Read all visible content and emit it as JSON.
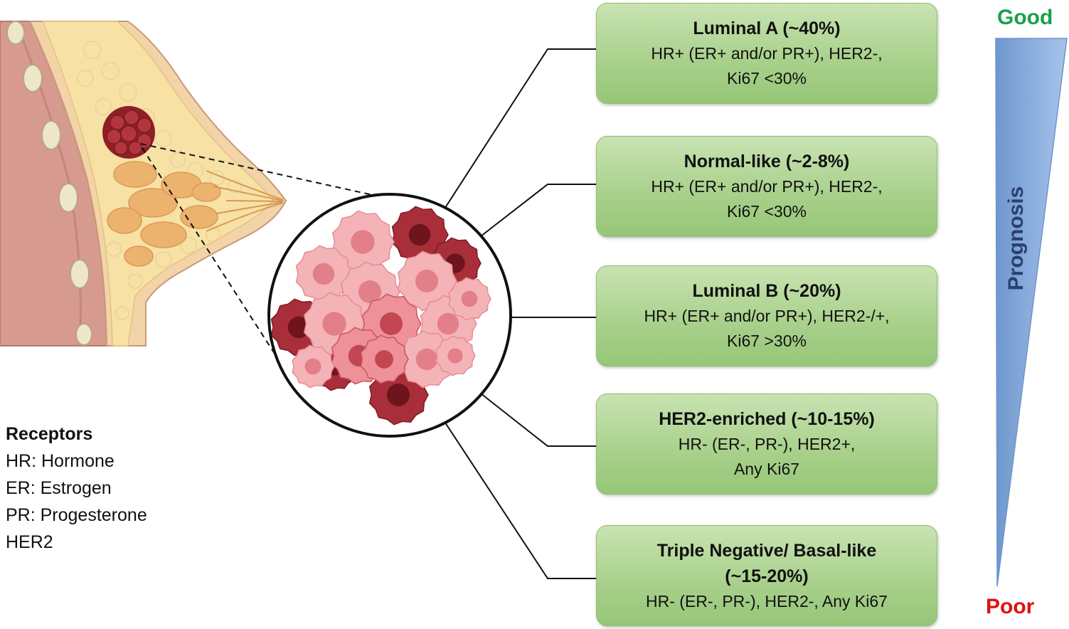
{
  "subtypes": [
    {
      "title": "Luminal A (~40%)",
      "line1": "HR+ (ER+ and/or PR+), HER2-,",
      "line2": "Ki67 <30%"
    },
    {
      "title": "Normal-like (~2-8%)",
      "line1": "HR+ (ER+ and/or PR+), HER2-,",
      "line2": "Ki67 <30%"
    },
    {
      "title": "Luminal B (~20%)",
      "line1": "HR+ (ER+ and/or PR+), HER2-/+,",
      "line2": "Ki67 >30%"
    },
    {
      "title": "HER2-enriched (~10-15%)",
      "line1": "HR- (ER-, PR-), HER2+,",
      "line2": "Any Ki67"
    },
    {
      "title": "Triple Negative/ Basal-like",
      "line1": "(~15-20%)",
      "line2": "HR- (ER-, PR-), HER2-, Any Ki67"
    }
  ],
  "receptors": {
    "title": "Receptors",
    "items": [
      "HR: Hormone",
      "ER: Estrogen",
      "PR: Progesterone",
      "HER2"
    ]
  },
  "prognosis": {
    "label": "Prognosis",
    "good": "Good",
    "poor": "Poor",
    "good_color": "#1aa04a",
    "poor_color": "#e01010",
    "wedge_color": "#8fb2df"
  },
  "colors": {
    "box_fill": "#a9d18e",
    "box_border": "#8fbf6f",
    "skin": "#f2d7b0",
    "fat": "#f6df9e",
    "gland": "#edb26a",
    "chest_muscle": "#c98f86",
    "tumor": "#9a2a30",
    "cell_light": "#f4a8ae",
    "cell_dark": "#b2333d"
  }
}
